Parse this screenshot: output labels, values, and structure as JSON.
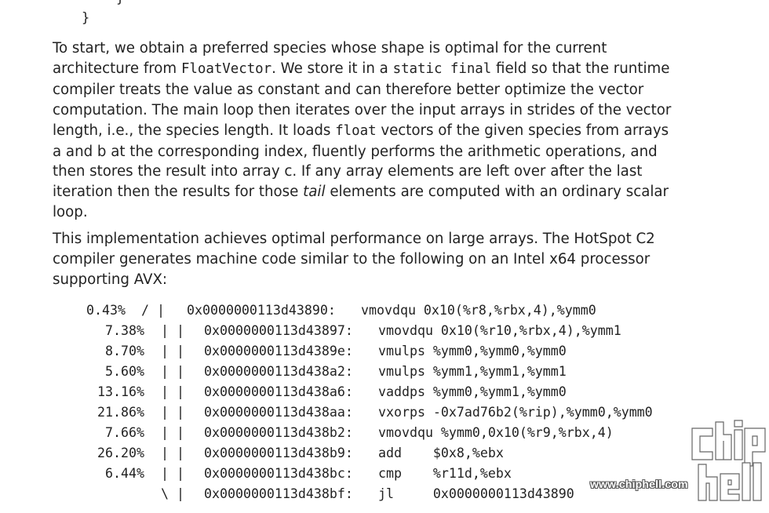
{
  "code_top": {
    "line1": "}",
    "line2": "}"
  },
  "paragraph1": [
    {
      "t": "text",
      "v": "To start, we obtain a preferred species whose shape is optimal for the current architecture from "
    },
    {
      "t": "code",
      "v": "FloatVector"
    },
    {
      "t": "text",
      "v": ". We store it in a "
    },
    {
      "t": "code",
      "v": "static final"
    },
    {
      "t": "text",
      "v": " field so that the runtime compiler treats the value as constant and can therefore better optimize the vector computation. The main loop then iterates over the input arrays in strides of the vector length, i.e., the species length. It loads "
    },
    {
      "t": "code",
      "v": "float"
    },
    {
      "t": "text",
      "v": " vectors of the given species from arrays a and b at the corresponding index, fluently performs the arithmetic operations, and then stores the result into array c. If any array elements are left over after the last iteration then the results for those "
    },
    {
      "t": "em",
      "v": "tail"
    },
    {
      "t": "text",
      "v": " elements are computed with an ordinary scalar loop."
    }
  ],
  "paragraph2": "This implementation achieves optimal performance on large arrays. The HotSpot C2 compiler generates machine code similar to the following on an Intel x64 processor supporting AVX:",
  "asm": [
    {
      "pct": "0.43%",
      "bar": "/ |",
      "addr": "0x0000000113d43890:",
      "instr": "vmovdqu 0x10(%r8,%rbx,4),%ymm0"
    },
    {
      "pct": "7.38%",
      "bar": "| |",
      "addr": "0x0000000113d43897:",
      "instr": "vmovdqu 0x10(%r10,%rbx,4),%ymm1"
    },
    {
      "pct": "8.70%",
      "bar": "| |",
      "addr": "0x0000000113d4389e:",
      "instr": "vmulps %ymm0,%ymm0,%ymm0"
    },
    {
      "pct": "5.60%",
      "bar": "| |",
      "addr": "0x0000000113d438a2:",
      "instr": "vmulps %ymm1,%ymm1,%ymm1"
    },
    {
      "pct": "13.16%",
      "bar": "| |",
      "addr": "0x0000000113d438a6:",
      "instr": "vaddps %ymm0,%ymm1,%ymm0"
    },
    {
      "pct": "21.86%",
      "bar": "| |",
      "addr": "0x0000000113d438aa:",
      "instr": "vxorps -0x7ad76b2(%rip),%ymm0,%ymm0"
    },
    {
      "pct": "7.66%",
      "bar": "| |",
      "addr": "0x0000000113d438b2:",
      "instr": "vmovdqu %ymm0,0x10(%r9,%rbx,4)"
    },
    {
      "pct": "26.20%",
      "bar": "| |",
      "addr": "0x0000000113d438b9:",
      "instr": "add    $0x8,%ebx"
    },
    {
      "pct": "6.44%",
      "bar": "| |",
      "addr": "0x0000000113d438bc:",
      "instr": "cmp    %r11d,%ebx"
    },
    {
      "pct": "",
      "bar": "\\ |",
      "addr": "0x0000000113d438bf:",
      "instr": "jl     0x0000000113d43890"
    }
  ],
  "watermark": {
    "site": "www.chiphell.com",
    "logo": "chip hell",
    "color": "#ffffff"
  }
}
